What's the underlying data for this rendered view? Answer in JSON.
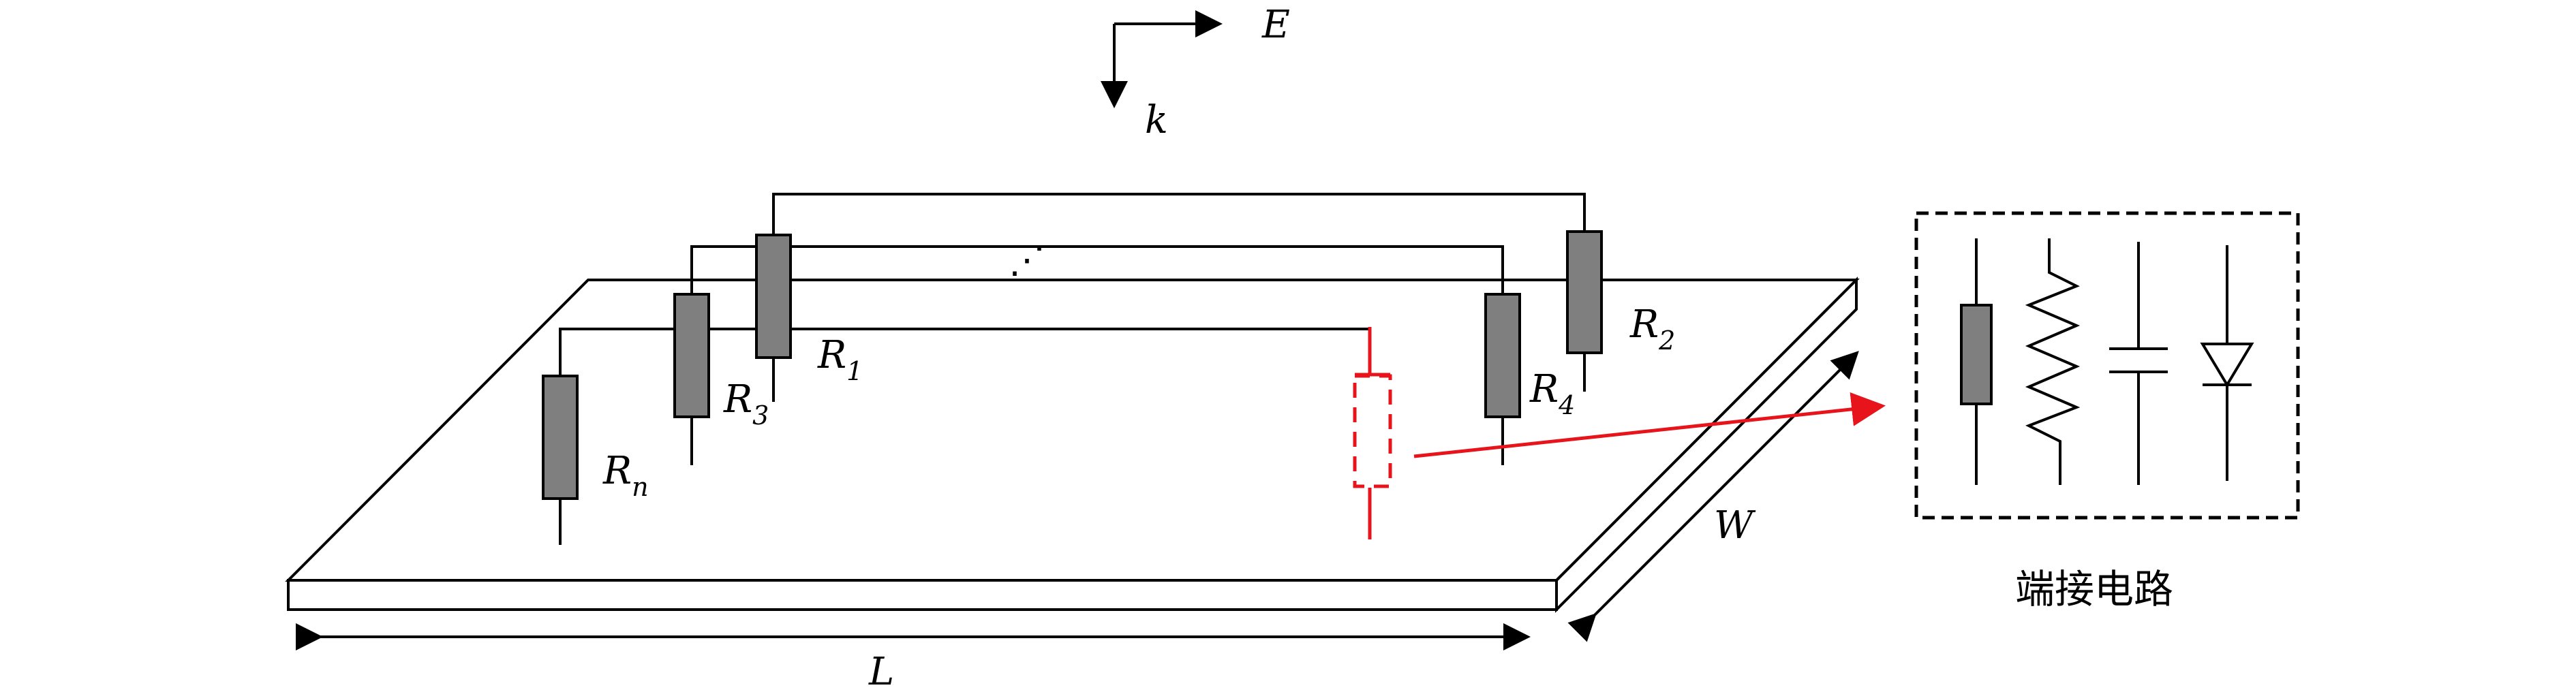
{
  "incident_field": {
    "e_label": "E",
    "k_label": "k"
  },
  "dimensions": {
    "length_label": "L",
    "width_label": "W"
  },
  "resistors": [
    {
      "main": "R",
      "sub": "1"
    },
    {
      "main": "R",
      "sub": "2"
    },
    {
      "main": "R",
      "sub": "3"
    },
    {
      "main": "R",
      "sub": "4"
    },
    {
      "main": "R",
      "sub": "n"
    }
  ],
  "ellipsis": "⋰",
  "termination_box": {
    "title": "端接电路",
    "components": [
      "resistor-icon",
      "inductor-icon",
      "capacitor-icon",
      "diode-icon"
    ]
  },
  "colors": {
    "resistor_fill": "#7f7f7f",
    "highlight": "#e8141b",
    "line": "#000000"
  }
}
